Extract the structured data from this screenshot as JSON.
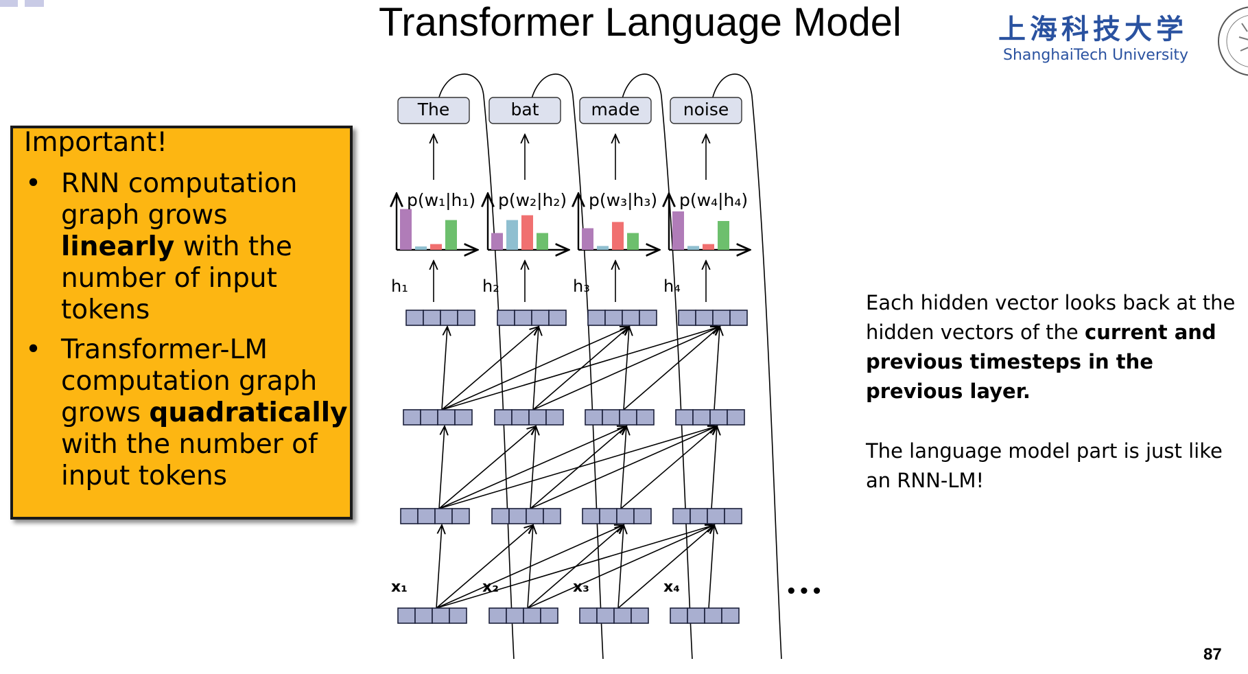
{
  "title": "Transformer Language Model",
  "logo": {
    "chinese": "上海科技大学",
    "english": "ShanghaiTech University"
  },
  "important_box": {
    "heading": "Important!",
    "bullet1": {
      "pre": "RNN computation graph grows ",
      "bold": "linearly",
      "post": " with the number of input tokens"
    },
    "bullet2": {
      "pre": "Transformer-LM computation graph grows ",
      "bold": "quadratically",
      "post": " with the number of input tokens"
    }
  },
  "right_text": {
    "p1_pre": "Each hidden vector looks back at the hidden vectors of the ",
    "p1_bold": "current and previous timesteps in the previous layer.",
    "p2": "The language model part is just like an RNN-LM!"
  },
  "diagram": {
    "output_words": [
      "The",
      "bat",
      "made",
      "noise"
    ],
    "prob_labels": [
      "p(w₁|h₁)",
      "p(w₂|h₂)",
      "p(w₃|h₃)",
      "p(w₄|h₄)"
    ],
    "hidden_labels": [
      "h₁",
      "h₂",
      "h₃",
      "h₄"
    ],
    "input_labels": [
      "x₁",
      "x₂",
      "x₃",
      "x₄"
    ],
    "ellipsis": "•••",
    "bar_colors": [
      "#b07cb8",
      "#8fbfd0",
      "#f07070",
      "#6dbf6d"
    ],
    "bars": [
      [
        0.85,
        0.07,
        0.12,
        0.62
      ],
      [
        0.35,
        0.62,
        0.72,
        0.35
      ],
      [
        0.45,
        0.08,
        0.58,
        0.35
      ],
      [
        0.8,
        0.08,
        0.12,
        0.6
      ]
    ],
    "vector_color": "#a9afd0"
  },
  "page_number": "87"
}
